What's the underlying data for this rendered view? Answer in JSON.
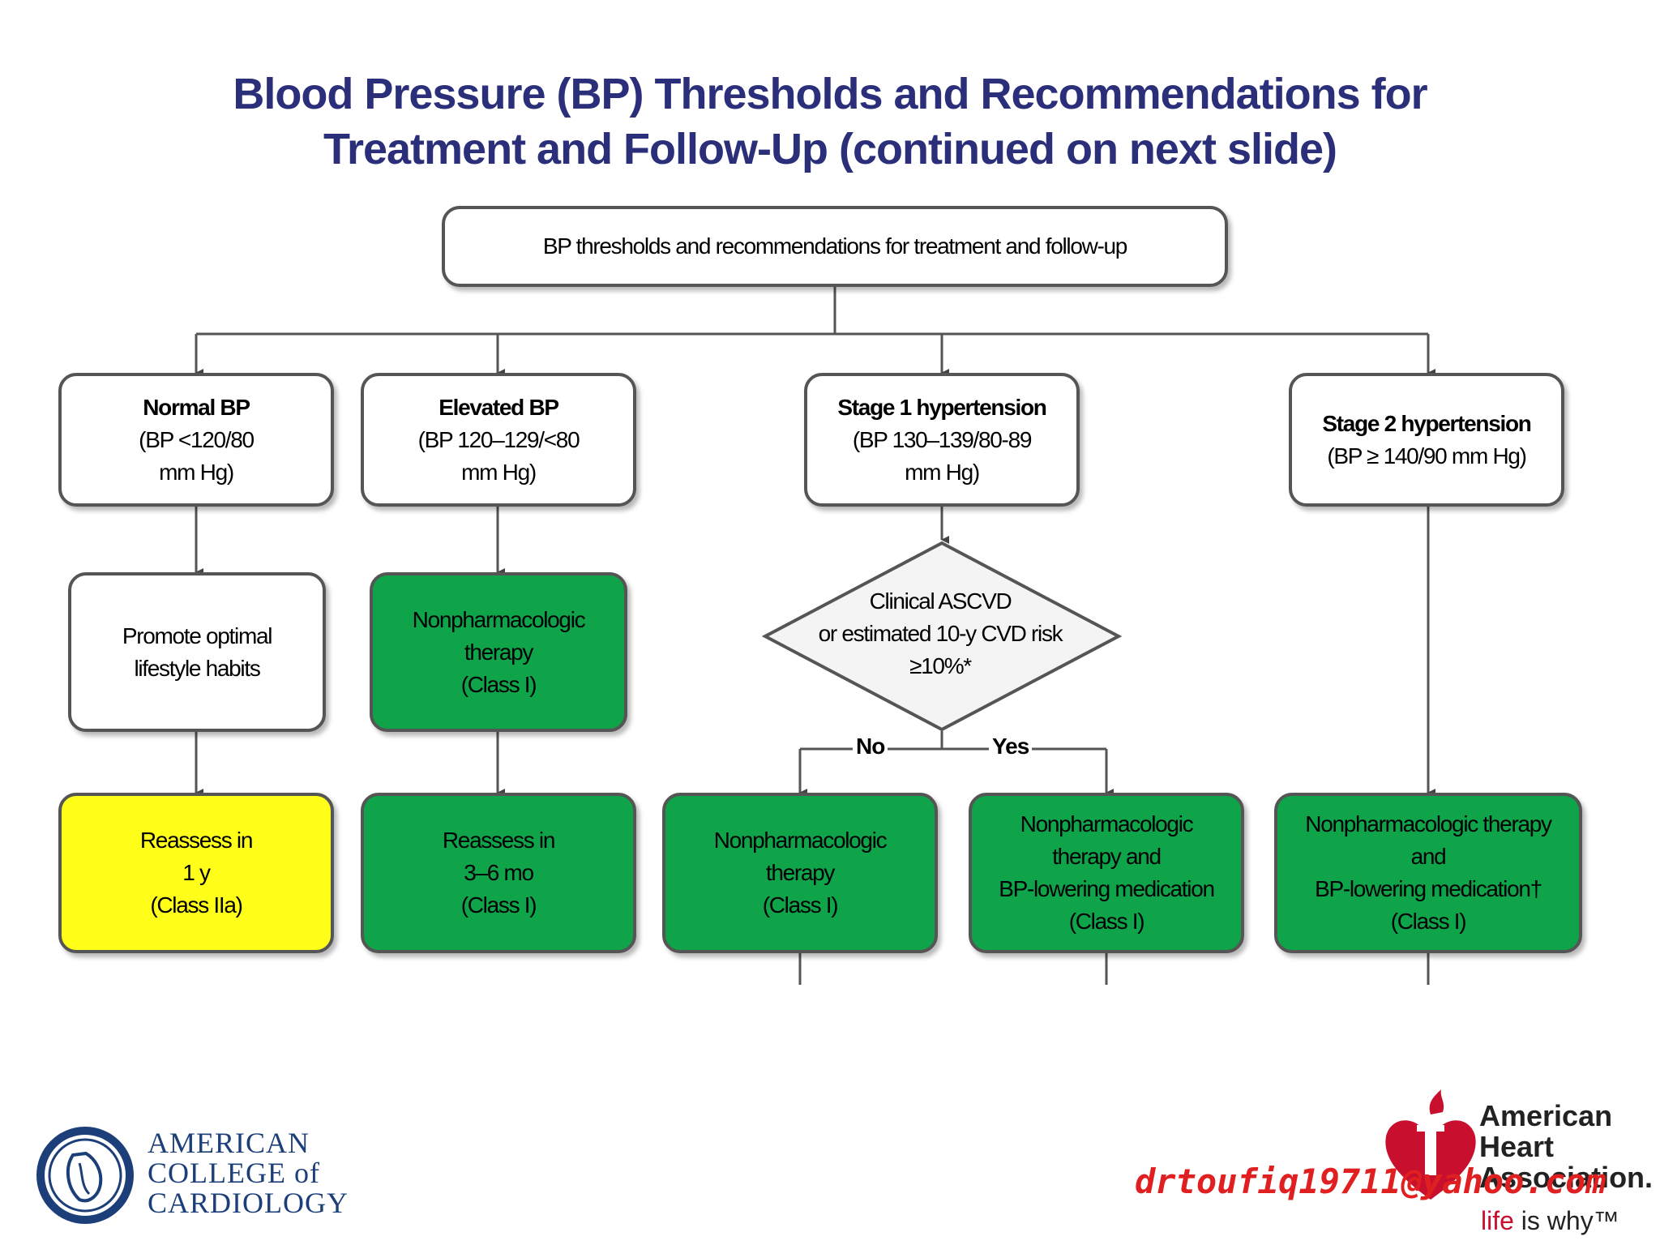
{
  "title": {
    "line1": "Blood Pressure (BP) Thresholds and Recommendations for",
    "line2": "Treatment and Follow-Up (continued on next slide)"
  },
  "root": "BP thresholds and recommendations for treatment and follow-up",
  "categories": {
    "normal": {
      "name": "Normal BP",
      "range1": "(BP <120/80",
      "range2": "mm Hg)"
    },
    "elevated": {
      "name": "Elevated BP",
      "range1": "(BP 120–129/<80",
      "range2": "mm Hg)"
    },
    "stage1": {
      "name": "Stage 1 hypertension",
      "range1": "(BP 130–139/80-89",
      "range2": "mm Hg)"
    },
    "stage2": {
      "name": "Stage 2 hypertension",
      "range1": "(BP ≥ 140/90 mm Hg)"
    }
  },
  "actions": {
    "promote": {
      "line1": "Promote optimal",
      "line2": "lifestyle habits"
    },
    "elevated_therapy": {
      "line1": "Nonpharmacologic",
      "line2": "therapy",
      "line3": "(Class I)"
    }
  },
  "decision": {
    "line1": "Clinical ASCVD",
    "line2": "or estimated 10-y CVD risk",
    "line3": "≥10%*",
    "no": "No",
    "yes": "Yes"
  },
  "outcomes": {
    "normal": {
      "line1": "Reassess in",
      "line2": "1 y",
      "line3": "(Class IIa)"
    },
    "elevated": {
      "line1": "Reassess in",
      "line2": "3–6 mo",
      "line3": "(Class I)"
    },
    "stage1_no": {
      "line1": "Nonpharmacologic",
      "line2": "therapy",
      "line3": "(Class I)"
    },
    "stage1_yes": {
      "line1": "Nonpharmacologic",
      "line2": "therapy and",
      "line3": "BP-lowering medication",
      "line4": "(Class I)"
    },
    "stage2": {
      "line1": "Nonpharmacologic therapy",
      "line2": "and",
      "line3": "BP-lowering medication†",
      "line4": "(Class I)"
    }
  },
  "logos": {
    "acc": {
      "line1": "AMERICAN",
      "line2": "COLLEGE of",
      "line3": "CARDIOLOGY"
    },
    "aha": {
      "line1": "American",
      "line2": "Heart",
      "line3": "Association.",
      "life": "life",
      "tag": "is why™"
    }
  },
  "email": "drtoufiq19711@yahoo.com",
  "colors": {
    "title": "#2b2f7a",
    "green": "#0fa34a",
    "yellow": "#ffff1a",
    "email": "#e02020"
  }
}
